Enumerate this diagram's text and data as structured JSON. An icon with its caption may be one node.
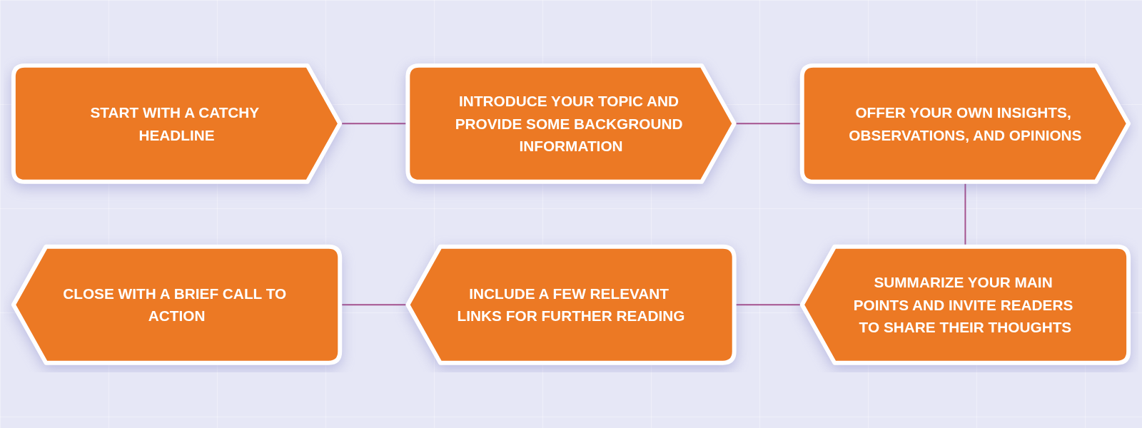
{
  "diagram": {
    "nodes": [
      {
        "text": [
          "START WITH A CATCHY HEADLINE"
        ]
      },
      {
        "text": [
          "INTRODUCE YOUR TOPIC AND PROVIDE SOME BACKGROUND INFORMATION"
        ]
      },
      {
        "text": [
          "OFFER YOUR OWN INSIGHTS, OBSERVATIONS, AND OPINIONS"
        ]
      },
      {
        "text": [
          "SUMMARIZE YOUR MAIN POINTS AND INVITE READERS TO SHARE THEIR THOUGHTS"
        ]
      },
      {
        "text": [
          "INCLUDE A FEW RELEVANT LINKS FOR FURTHER READING"
        ]
      },
      {
        "text": [
          "CLOSE WITH A BRIEF CALL TO ACTION"
        ]
      }
    ],
    "edges": [
      {
        "from": 0,
        "to": 1,
        "arrow": "none"
      },
      {
        "from": 1,
        "to": 2,
        "arrow": "none"
      },
      {
        "from": 2,
        "to": 3,
        "arrow": "none"
      },
      {
        "from": 3,
        "to": 4,
        "arrow": "none"
      },
      {
        "from": 4,
        "to": 5,
        "arrow": "none"
      }
    ]
  }
}
